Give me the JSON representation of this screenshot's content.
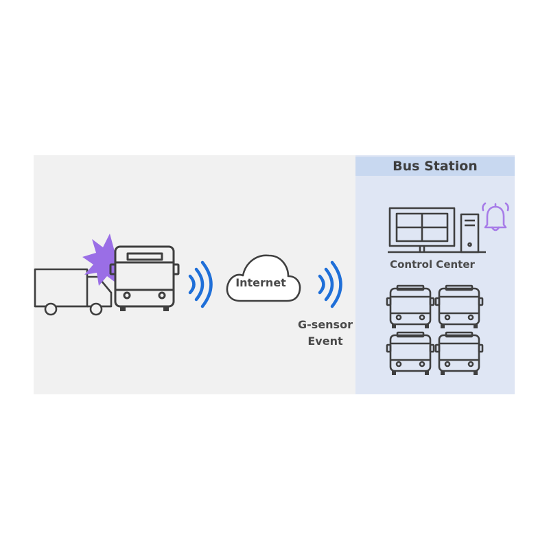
{
  "station": {
    "title": "Bus Station",
    "control_center_label": "Control Center"
  },
  "network": {
    "cloud_label": "Internet",
    "event_label_line1": "G-sensor",
    "event_label_line2": "Event"
  },
  "colors": {
    "left_panel_bg": "#f1f1f1",
    "station_panel_bg": "#dfe6f4",
    "station_header_bg": "#c8d8f0",
    "signal_blue": "#1f6fd8",
    "impact_purple": "#9a6ee6",
    "alarm_purple": "#a77ce8",
    "icon_stroke": "#3f3f3f"
  },
  "icons": {
    "crash": [
      "truck-icon",
      "impact-burst-icon",
      "bus-front-icon"
    ],
    "signals": [
      "signal-waves-icon",
      "signal-waves-icon"
    ],
    "cloud": "cloud-icon",
    "control_center": [
      "monitor-icon",
      "computer-tower-icon",
      "alarm-bell-icon"
    ],
    "fleet": [
      "bus-icon",
      "bus-icon",
      "bus-icon",
      "bus-icon"
    ]
  }
}
